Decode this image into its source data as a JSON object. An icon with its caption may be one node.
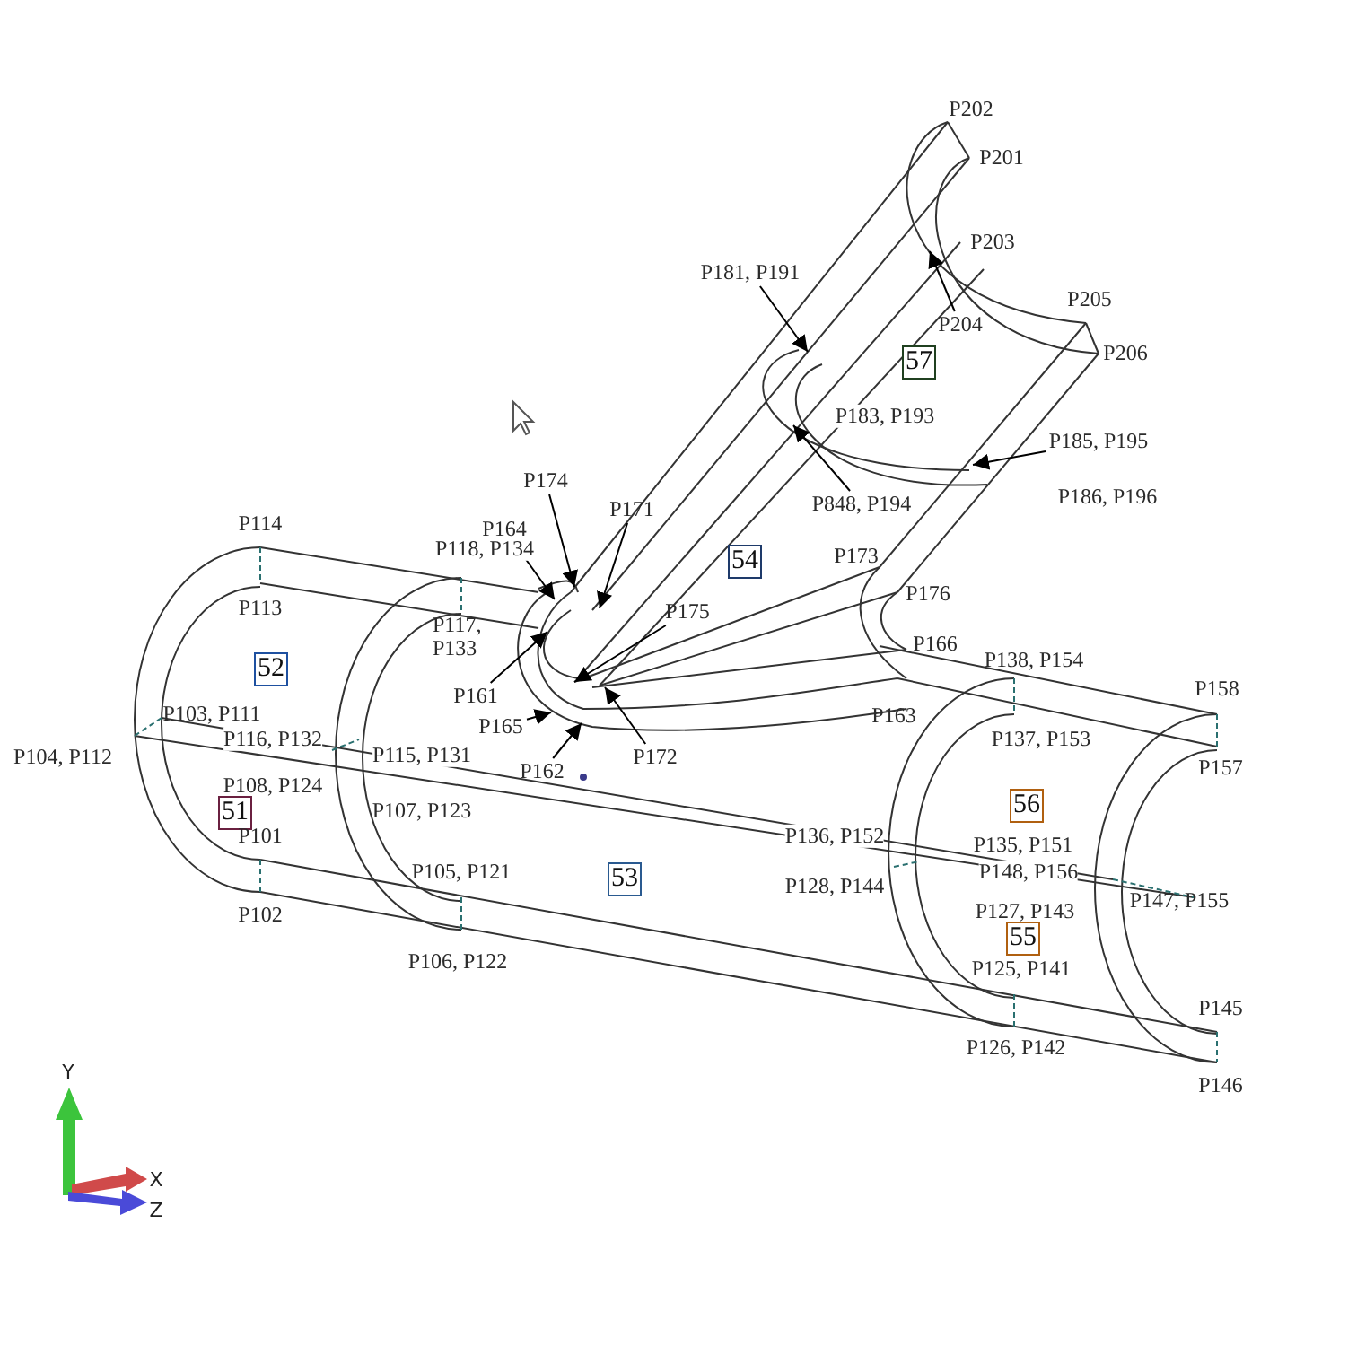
{
  "diagram": {
    "nodes": [
      {
        "text": [
          "57"
        ]
      },
      {
        "text": [
          "54"
        ]
      },
      {
        "text": [
          "52"
        ]
      },
      {
        "text": [
          "51"
        ]
      },
      {
        "text": [
          "53"
        ]
      },
      {
        "text": [
          "56"
        ]
      },
      {
        "text": [
          "55"
        ]
      },
      {
        "text": [
          "P181, P191"
        ]
      },
      {
        "text": [
          "P204"
        ]
      },
      {
        "text": [
          "P848, P194"
        ]
      },
      {
        "text": [
          "P185, P195"
        ]
      },
      {
        "text": [
          "P174"
        ]
      },
      {
        "text": [
          "P164"
        ]
      },
      {
        "text": [
          "P171"
        ]
      },
      {
        "text": [
          "P161"
        ]
      },
      {
        "text": [
          "P175"
        ]
      },
      {
        "text": [
          "P165"
        ]
      },
      {
        "text": [
          "P162"
        ]
      },
      {
        "text": [
          "P172"
        ]
      }
    ],
    "edges": [
      {
        "from": 7,
        "to": null,
        "arrow": "to"
      },
      {
        "from": 8,
        "to": null,
        "arrow": "to"
      },
      {
        "from": 9,
        "to": null,
        "arrow": "to"
      },
      {
        "from": 10,
        "to": null,
        "arrow": "to"
      },
      {
        "from": 11,
        "to": null,
        "arrow": "to"
      },
      {
        "from": 12,
        "to": null,
        "arrow": "to"
      },
      {
        "from": 13,
        "to": null,
        "arrow": "to"
      },
      {
        "from": 14,
        "to": null,
        "arrow": "to"
      },
      {
        "from": 15,
        "to": null,
        "arrow": "to"
      },
      {
        "from": 16,
        "to": null,
        "arrow": "to"
      },
      {
        "from": 17,
        "to": null,
        "arrow": "to"
      },
      {
        "from": 18,
        "to": null,
        "arrow": "to"
      }
    ],
    "labels": [
      "P202",
      "P201",
      "P203",
      "P205",
      "P206",
      "P183, P193",
      "P186, P196",
      "P173",
      "P118, P134",
      "P176",
      "P114",
      "P113",
      "P117, P133",
      "P166",
      "P138, P154",
      "P158",
      "P103, P111",
      "P163",
      "P116, P132",
      "P104, P112",
      "P115, P131",
      "P137, P153",
      "P157",
      "P108, P124",
      "P107, P123",
      "P136, P152",
      "P135, P151",
      "P128, P144",
      "P148, P156",
      "P101",
      "P127, P143",
      "P147, P155",
      "P105, P121",
      "P102",
      "P125, P141",
      "P106, P122",
      "P145",
      "P126, P142",
      "P146",
      "Y",
      "X",
      "Z"
    ]
  }
}
